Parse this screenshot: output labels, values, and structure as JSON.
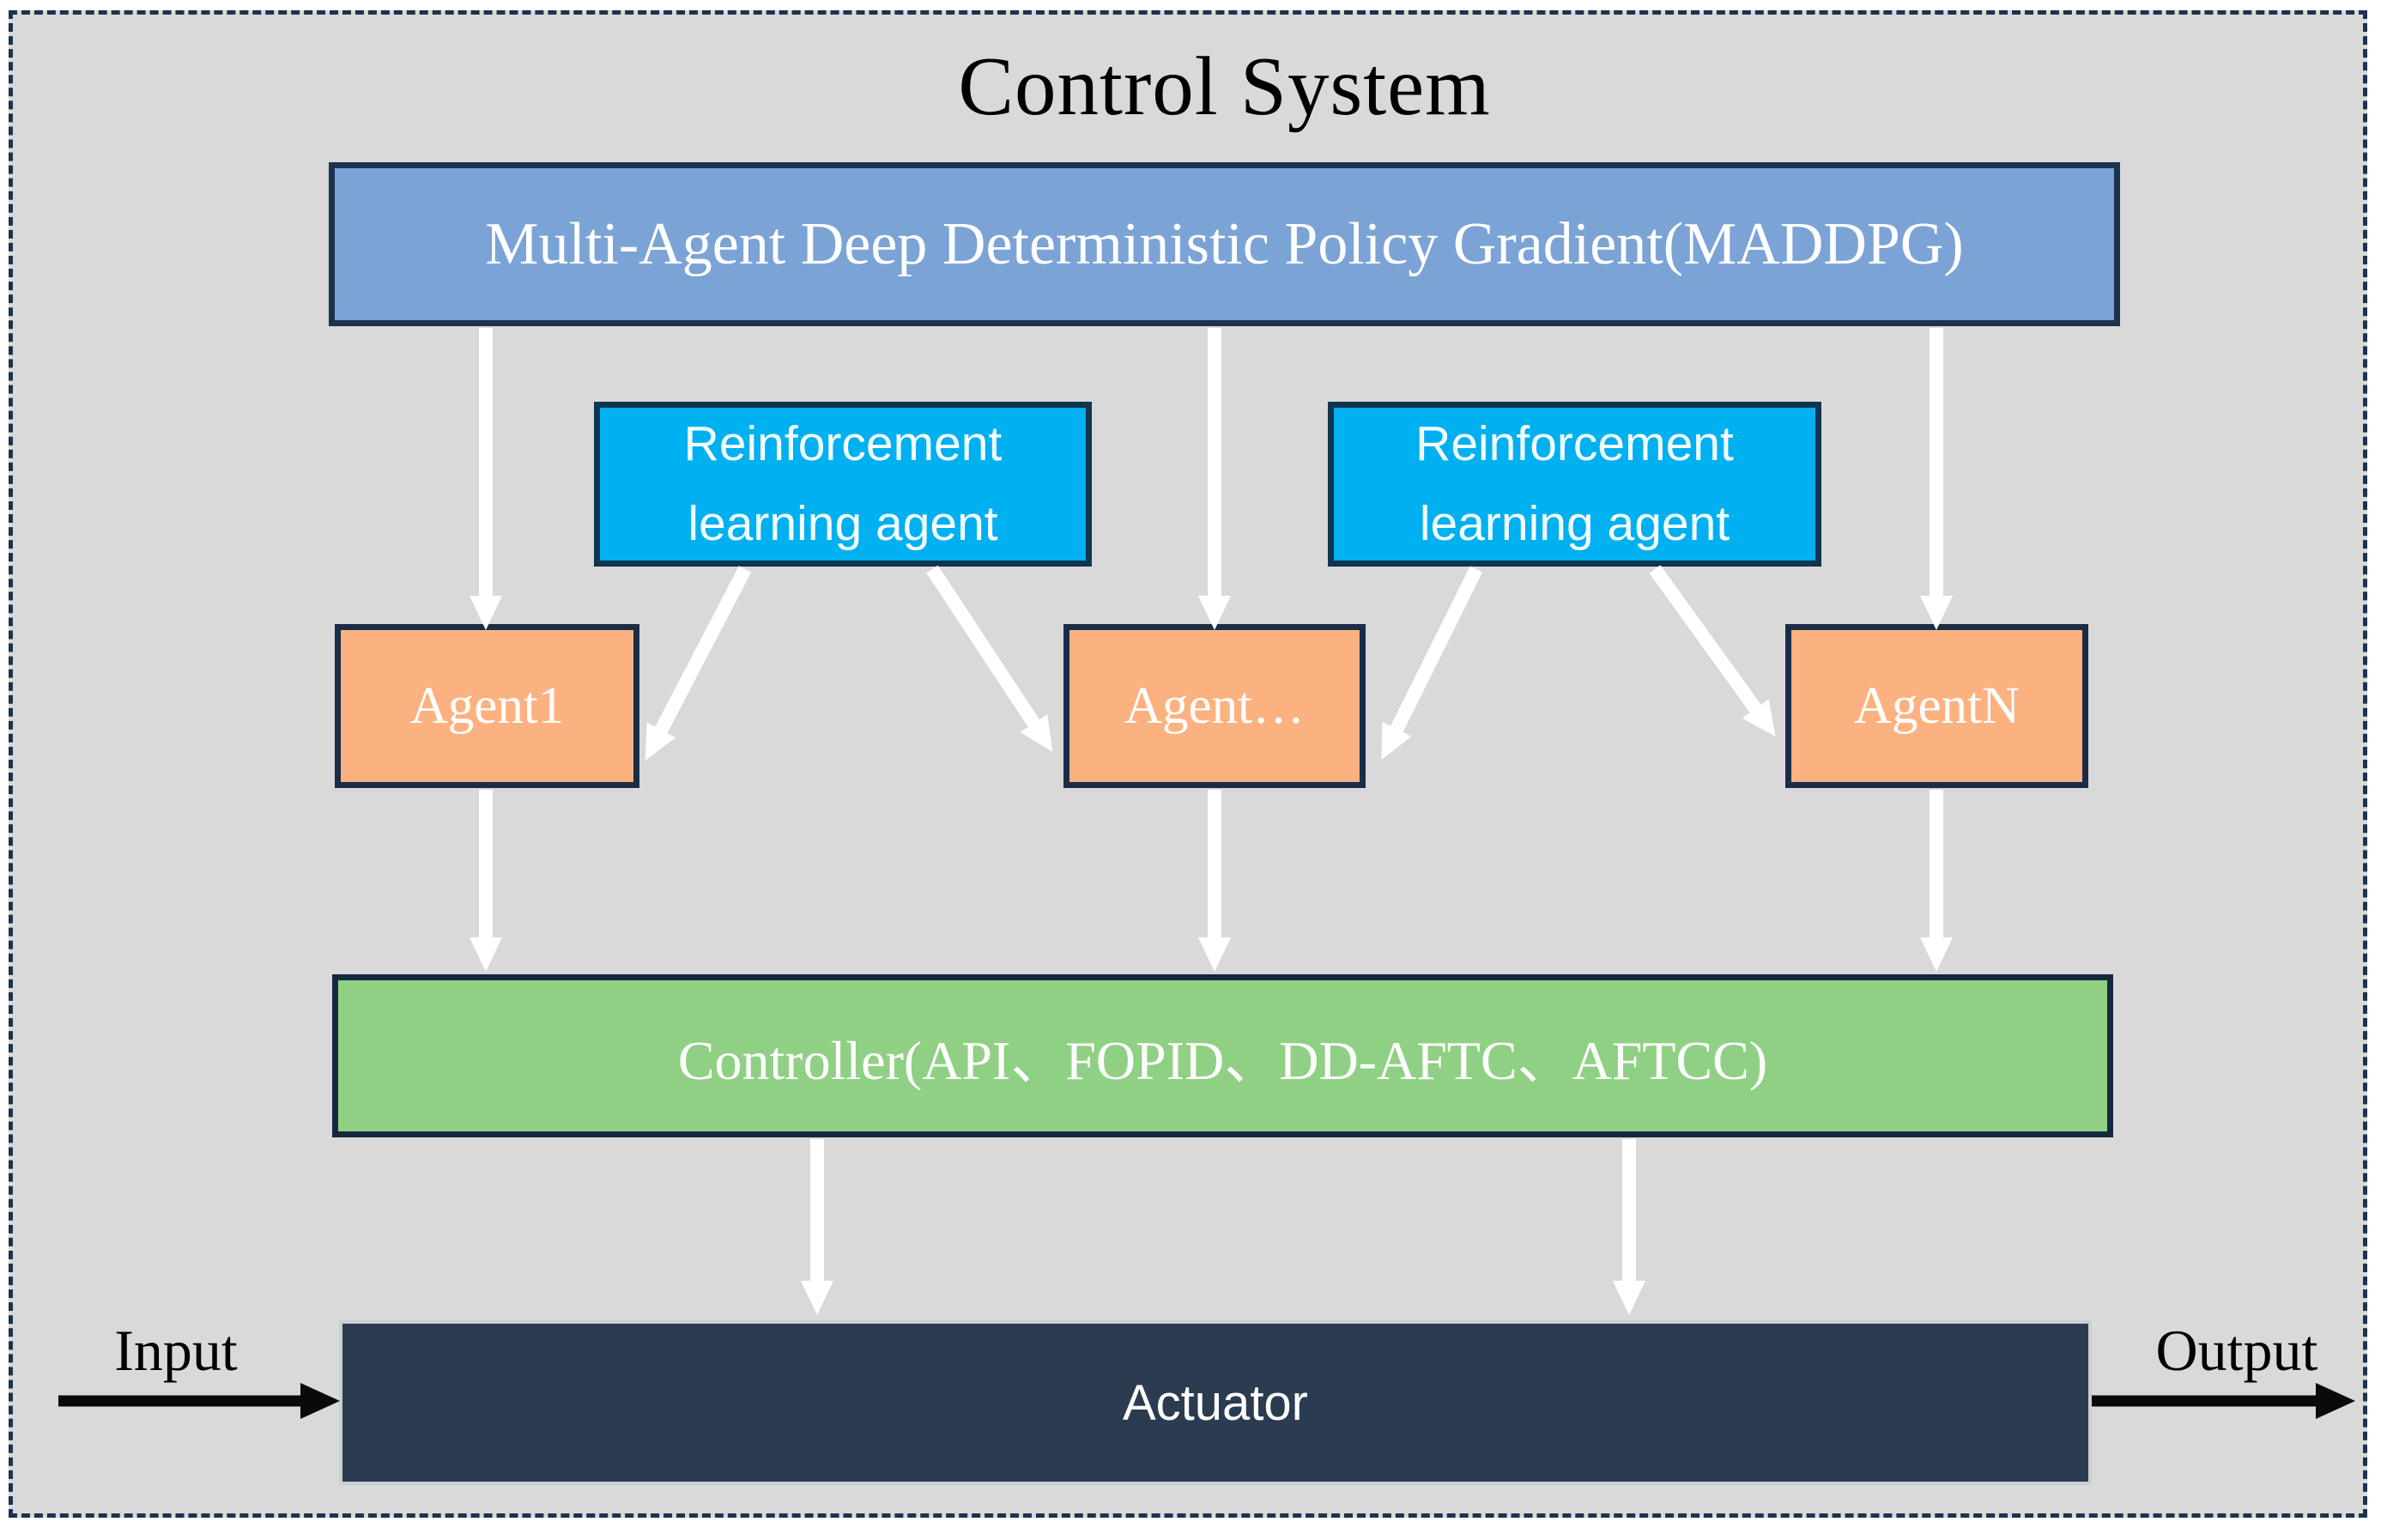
{
  "colors": {
    "background": "#ffffff",
    "panel_bg": "#d9d9d9",
    "border_navy": "#1c3350",
    "maddpg_fill": "#7ba3d6",
    "rl_fill": "#00b0f0",
    "agent_fill": "#fcb280",
    "controller_fill": "#90d084",
    "actuator_fill": "#2b3b50",
    "actuator_border": "#c9cfd6",
    "arrow_white": "#ffffff",
    "arrow_black": "#0a0a0a",
    "text_light": "#ffffff",
    "text_dark": "#000000"
  },
  "diagram": {
    "title": "Control System",
    "maddpg": {
      "label": "Multi-Agent Deep Deterministic Policy Gradient(MADDPG)"
    },
    "rl_agents": [
      {
        "line1": "Reinforcement",
        "line2": "learning agent"
      },
      {
        "line1": "Reinforcement",
        "line2": "learning agent"
      }
    ],
    "agents": [
      {
        "label": "Agent1"
      },
      {
        "label": "Agent…"
      },
      {
        "label": "AgentN"
      }
    ],
    "controller": {
      "label": "Controller(API、FOPID、DD-AFTC、AFTCC)"
    },
    "actuator": {
      "label": "Actuator"
    },
    "io": {
      "input": "Input",
      "output": "Output"
    }
  }
}
